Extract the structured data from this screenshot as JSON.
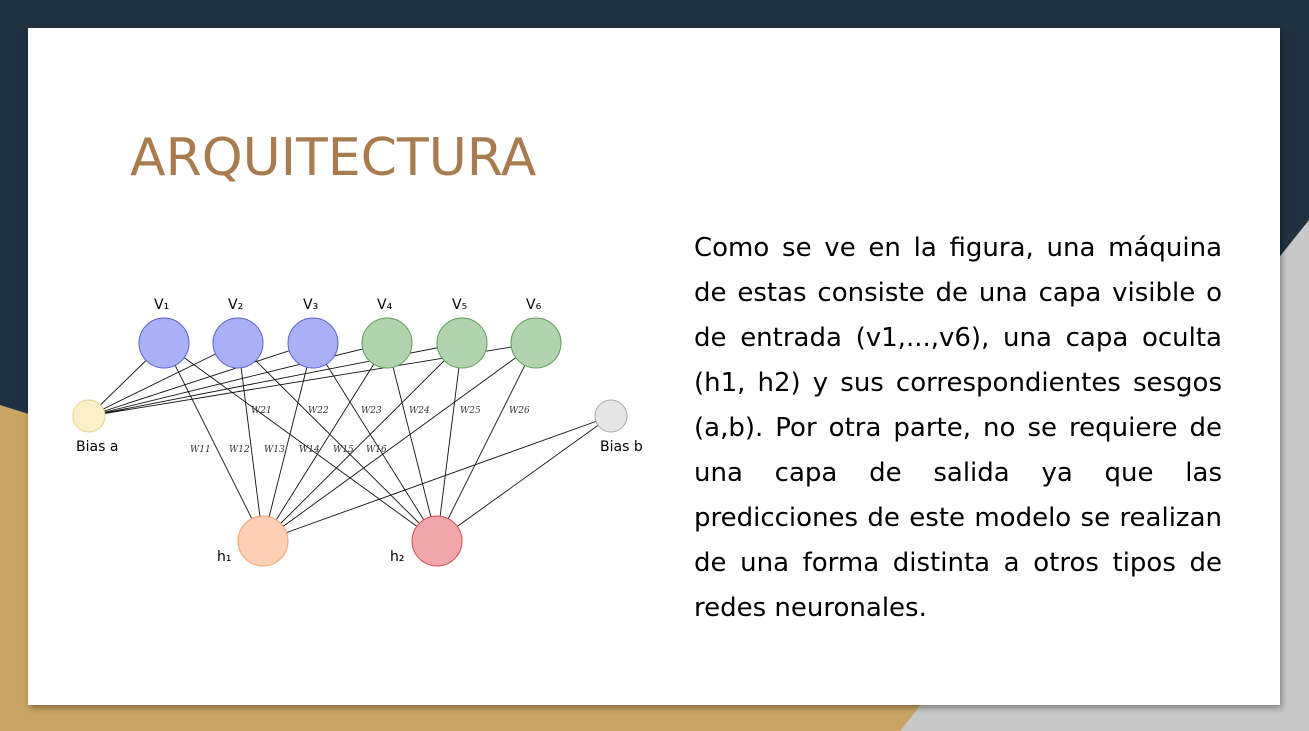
{
  "slide": {
    "title": "ARQUITECTURA",
    "body": "Como se ve en la figura, una máquina de estas consiste de una capa visible o de entrada (v1,...,v6), una capa oculta (h1, h2) y sus correspondientes sesgos (a,b). Por otra parte, no se requiere de una capa de salida ya que las predicciones de este modelo se realizan de una forma distinta a otros tipos de redes neuronales."
  },
  "colors": {
    "background": "#20323f",
    "accent_gold": "#c9a563",
    "accent_grey": "#c8c8c8",
    "title": "#a97c50"
  },
  "diagram": {
    "visible_nodes": [
      {
        "label": "V₁",
        "fill": "#aab0f5",
        "stroke": "#5a5fd0"
      },
      {
        "label": "V₂",
        "fill": "#aab0f5",
        "stroke": "#5a5fd0"
      },
      {
        "label": "V₃",
        "fill": "#aab0f5",
        "stroke": "#5a5fd0"
      },
      {
        "label": "V₄",
        "fill": "#b1d3ae",
        "stroke": "#5e9a58"
      },
      {
        "label": "V₅",
        "fill": "#b1d3ae",
        "stroke": "#5e9a58"
      },
      {
        "label": "V₆",
        "fill": "#b1d3ae",
        "stroke": "#5e9a58"
      }
    ],
    "hidden_nodes": [
      {
        "label": "h₁",
        "fill": "#fbcfb3",
        "stroke": "#f0a070"
      },
      {
        "label": "h₂",
        "fill": "#f1a6aa",
        "stroke": "#d04a52"
      }
    ],
    "bias_a": {
      "label": "Bias a",
      "fill": "#fbf0c8",
      "stroke": "#e6d38a"
    },
    "bias_b": {
      "label": "Bias b",
      "fill": "#e6e6e6",
      "stroke": "#a8a8a8"
    },
    "weights_h1": [
      "W11",
      "W12",
      "W13",
      "W14",
      "W15",
      "W16"
    ],
    "weights_h2": [
      "W21",
      "W22",
      "W23",
      "W24",
      "W25",
      "W26"
    ]
  }
}
